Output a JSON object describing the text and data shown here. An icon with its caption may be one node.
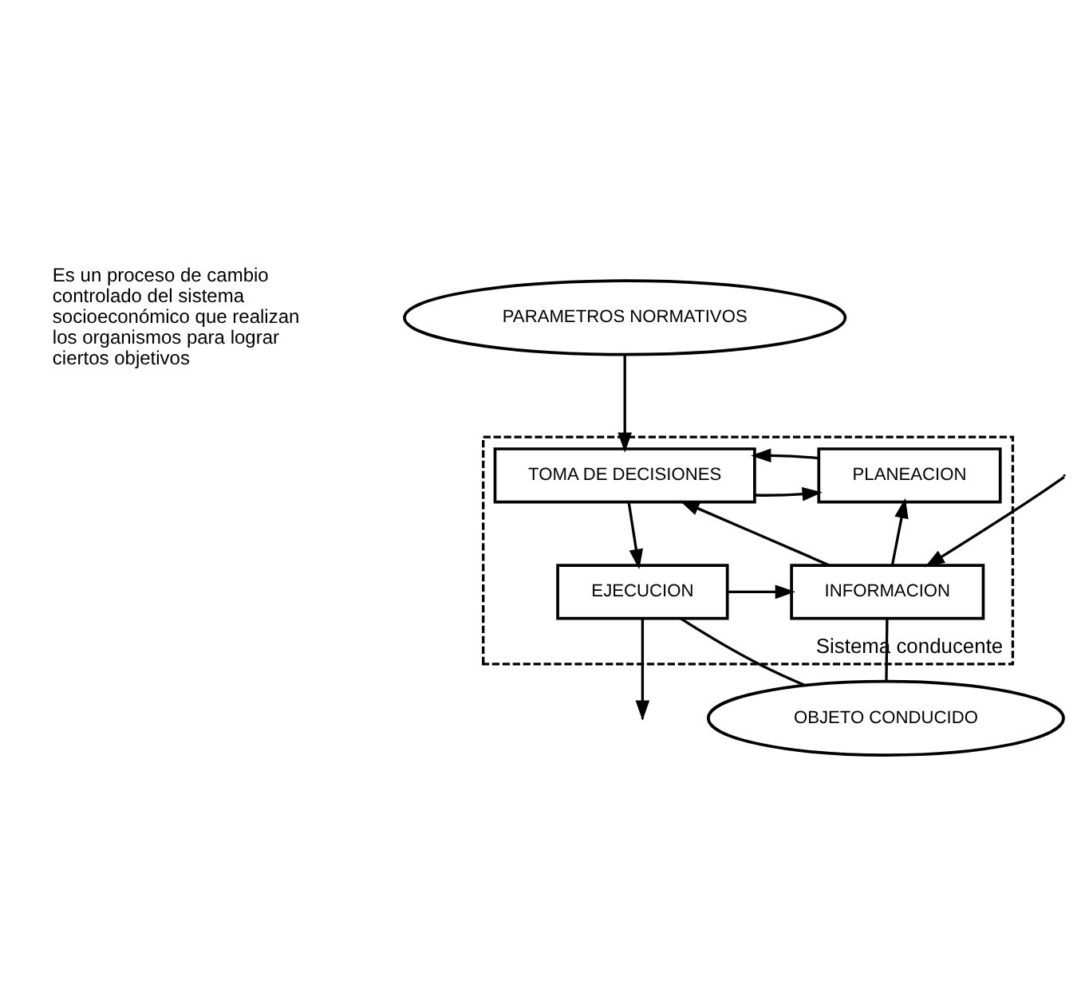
{
  "diagram": {
    "nodes": [
      {
        "text": [
          "PARAMETROS NORMATIVOS"
        ]
      },
      {
        "text": [
          "Sistema conducente"
        ]
      },
      {
        "text": [
          "PLANEACION"
        ],
        "in": 1
      },
      {
        "text": [
          "TOMA DE DECISIONES"
        ],
        "in": 1
      },
      {
        "text": [
          "INFORMACION"
        ],
        "in": 1
      },
      {
        "text": [
          "EJECUCION"
        ],
        "in": 1
      },
      {
        "text": [
          "OBJETO CONDUCIDO"
        ]
      }
    ],
    "edges": [
      {
        "from": 0,
        "to": 3,
        "arrow": "to"
      },
      {
        "from": 3,
        "to": 2,
        "arrow": "to"
      },
      {
        "from": 2,
        "to": 3,
        "arrow": "to"
      },
      {
        "from": 4,
        "to": 2,
        "arrow": "to"
      },
      {
        "from": 4,
        "to": 3,
        "arrow": "to"
      },
      {
        "from": 3,
        "to": 5,
        "arrow": "to"
      },
      {
        "from": 5,
        "to": 4,
        "arrow": "to"
      },
      {
        "from": 6,
        "to": 4,
        "arrow": "none"
      },
      {
        "from": null,
        "to": 4,
        "arrow": "to"
      },
      {
        "from": 5,
        "to": 6,
        "arrow": "none"
      },
      {
        "from": 5,
        "to": null,
        "arrow": "to"
      }
    ],
    "labels": [
      "Es un proceso de cambio controlado del sistema socioeconómico que realizan los organismos para lograr ciertos objetivos"
    ]
  }
}
